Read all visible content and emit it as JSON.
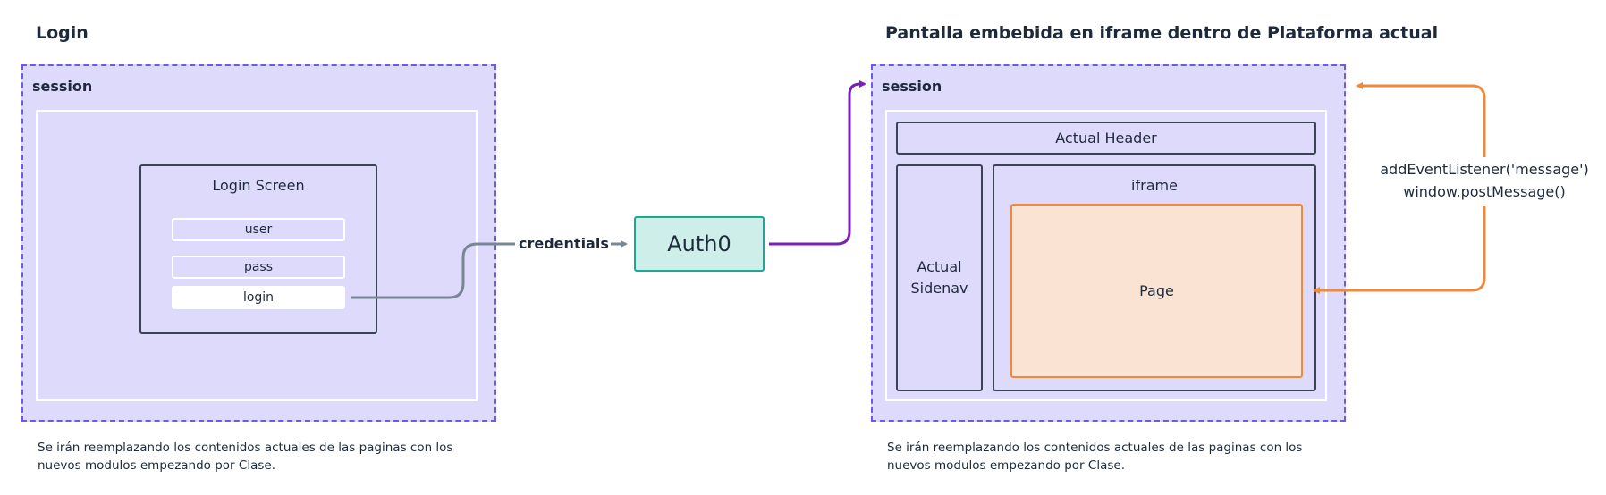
{
  "left": {
    "title": "Login",
    "session_label": "session",
    "login_screen": {
      "title": "Login Screen",
      "user_field": "user",
      "pass_field": "pass",
      "login_button": "login"
    },
    "note_line1": "Se irán reemplazando los contenidos actuales de las paginas con los",
    "note_line2": "nuevos modulos empezando por Clase."
  },
  "middle": {
    "edge_label": "credentials",
    "auth_label": "Auth0"
  },
  "right": {
    "title": "Pantalla embebida en iframe dentro de Plataforma actual",
    "session_label": "session",
    "header_label": "Actual Header",
    "sidenav_line1": "Actual",
    "sidenav_line2": "Sidenav",
    "iframe_label": "iframe",
    "page_label": "Page",
    "message_line1": "addEventListener('message')",
    "message_line2": "window.postMessage()",
    "note_line1": "Se irán reemplazando los contenidos actuales de las paginas con los",
    "note_line2": "nuevos modulos empezando por Clase."
  },
  "colors": {
    "session_fill": "#dddafb",
    "session_border": "#6d5ae6",
    "auth_fill": "#cdeee9",
    "auth_border": "#1ba993",
    "page_fill": "#fbe3d4",
    "page_border": "#ef8a3c",
    "credentials_edge": "#778796",
    "auth_edge": "#7a1fb8",
    "message_edge": "#ef8a3c"
  }
}
